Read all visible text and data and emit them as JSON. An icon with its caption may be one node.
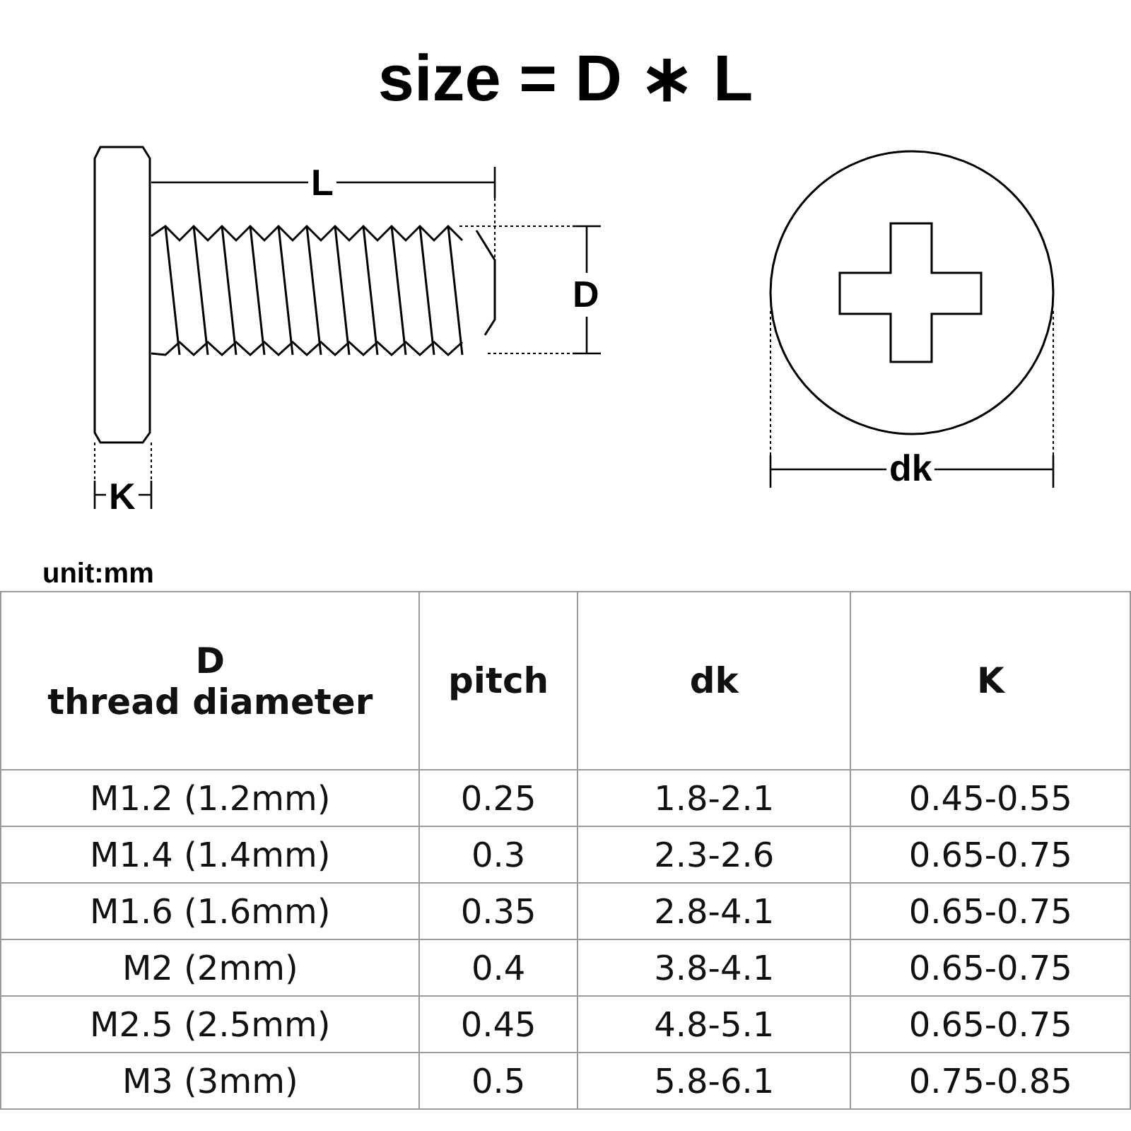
{
  "diagram": {
    "title": "size = D ∗ L",
    "labels": [
      "L",
      "D",
      "K",
      "dk",
      "unit:mm",
      "D",
      "thread diameter",
      "pitch",
      "dk",
      "K",
      "M1.2 (1.2mm)",
      "0.25",
      "1.8-2.1",
      "0.45-0.55",
      "M1.4 (1.4mm)",
      "0.3",
      "2.3-2.6",
      "0.65-0.75",
      "M1.6 (1.6mm)",
      "0.35",
      "2.8-4.1",
      "0.65-0.75",
      "M2 (2mm)",
      "0.4",
      "3.8-4.1",
      "0.65-0.75",
      "M2.5 (2.5mm)",
      "0.45",
      "4.8-5.1",
      "0.65-0.75",
      "M3 (3mm)",
      "0.5",
      "5.8-6.1",
      "0.75-0.85"
    ]
  }
}
